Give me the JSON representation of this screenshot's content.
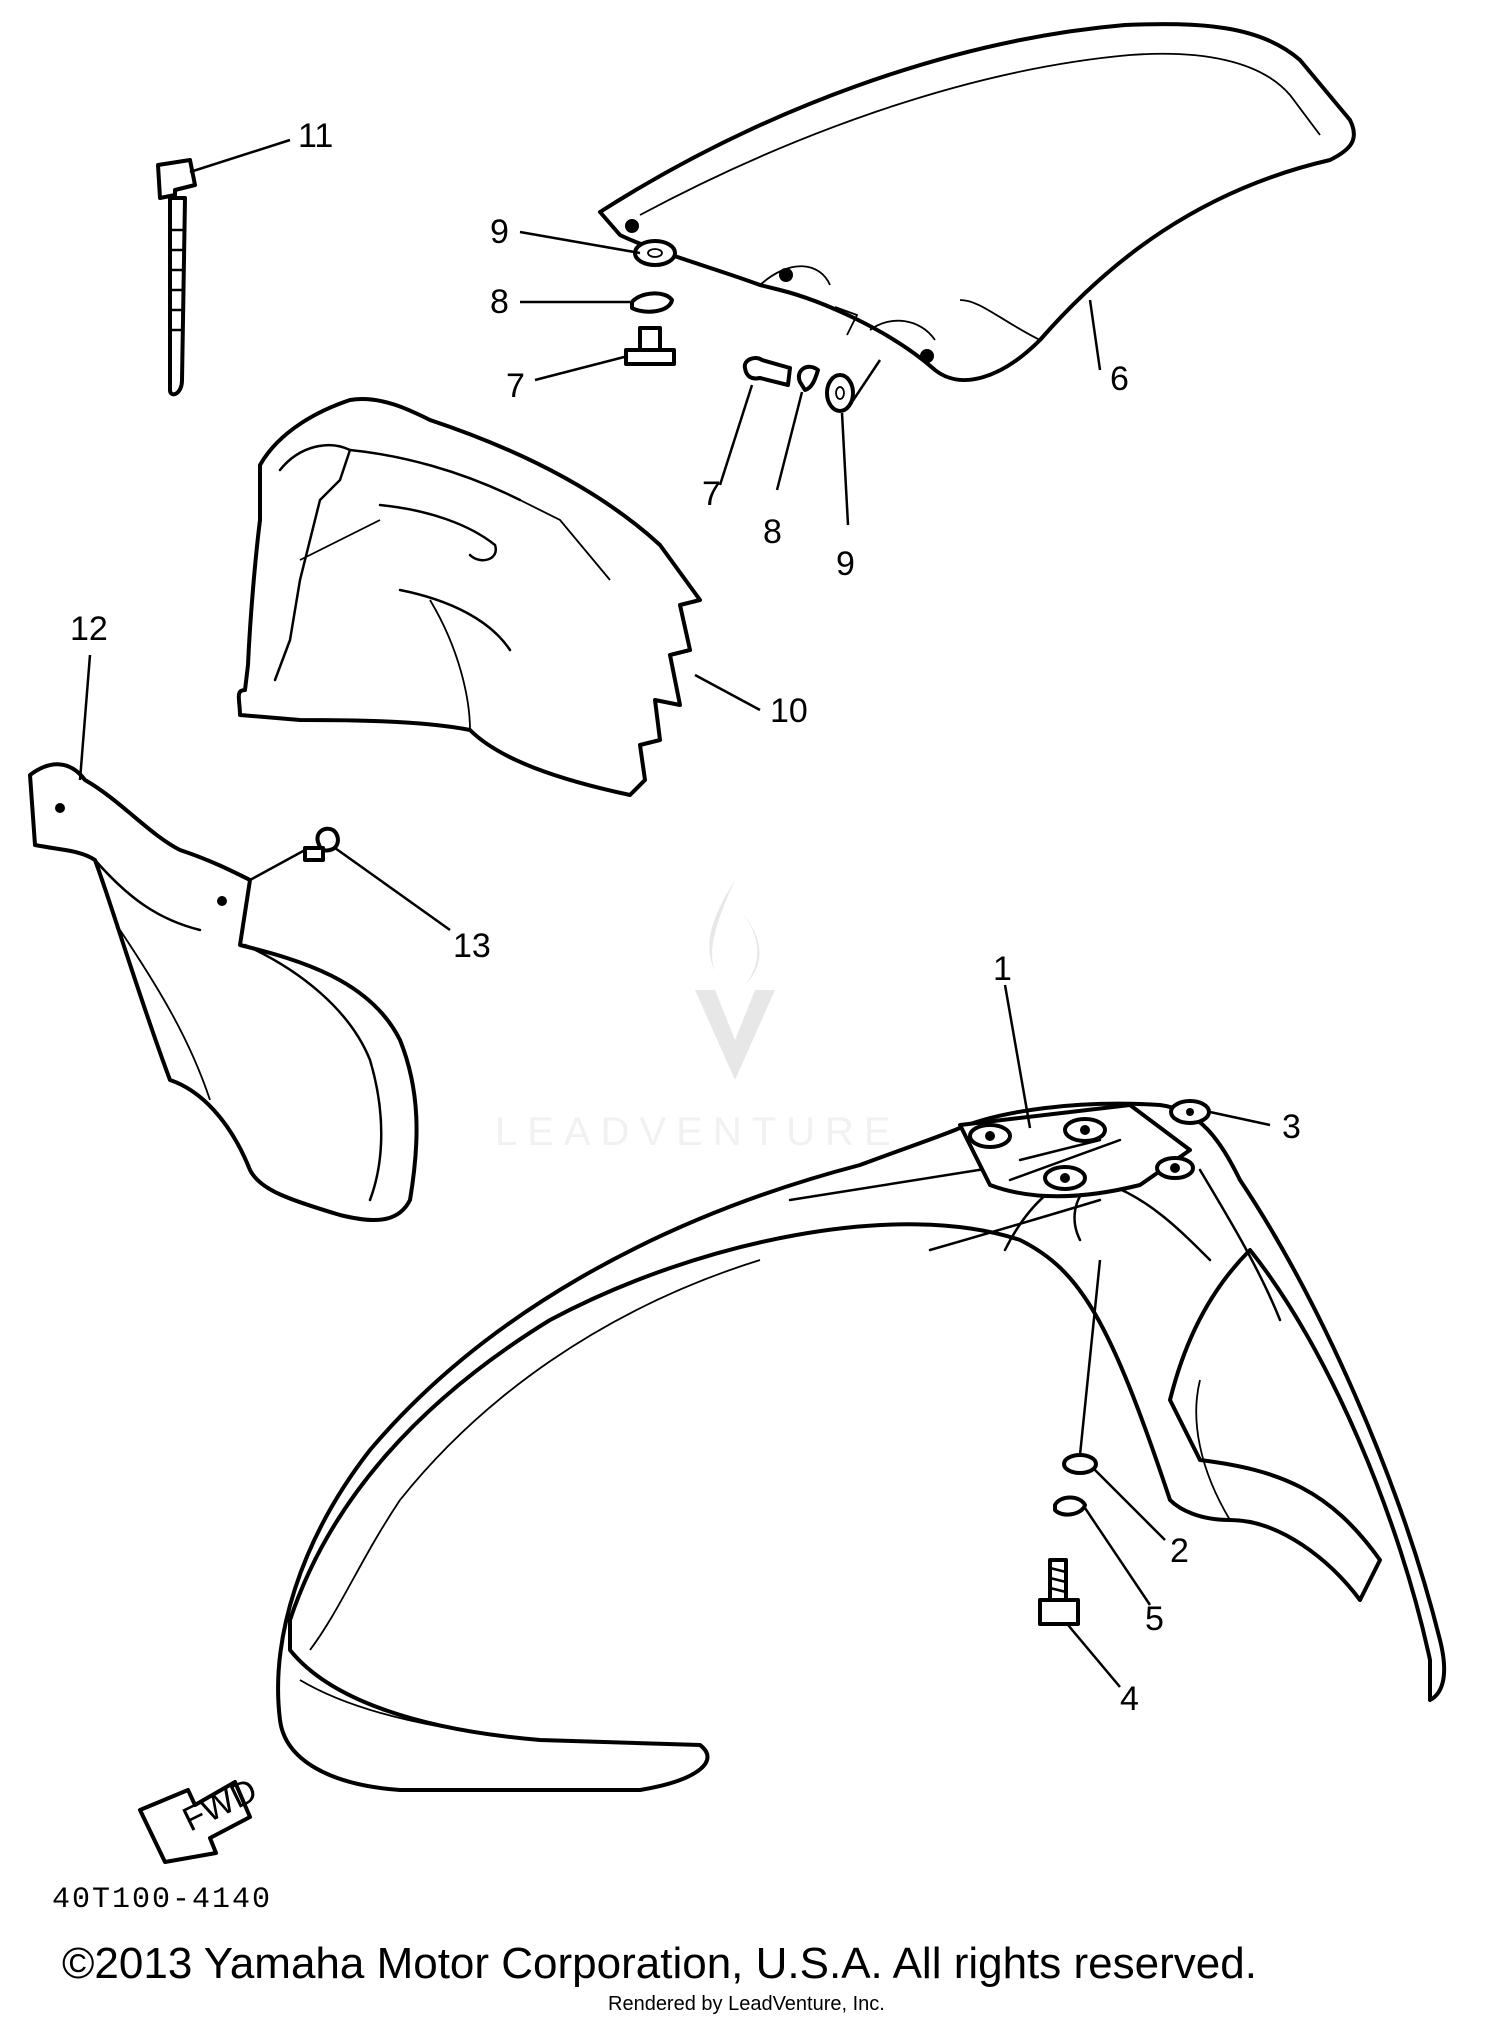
{
  "diagram": {
    "callouts": {
      "c1": "1",
      "c2": "2",
      "c3": "3",
      "c4": "4",
      "c5": "5",
      "c6": "6",
      "c7a": "7",
      "c7b": "7",
      "c8a": "8",
      "c8b": "8",
      "c9a": "9",
      "c9b": "9",
      "c10": "10",
      "c11": "11",
      "c12": "12",
      "c13": "13"
    },
    "fwd_label": "FWD",
    "drawing_code": "40T100-4140",
    "copyright": "©2013 Yamaha Motor Corporation, U.S.A. All rights reserved.",
    "rendered_by": "Rendered by LeadVenture, Inc.",
    "watermark": "LEADVENTURE"
  }
}
